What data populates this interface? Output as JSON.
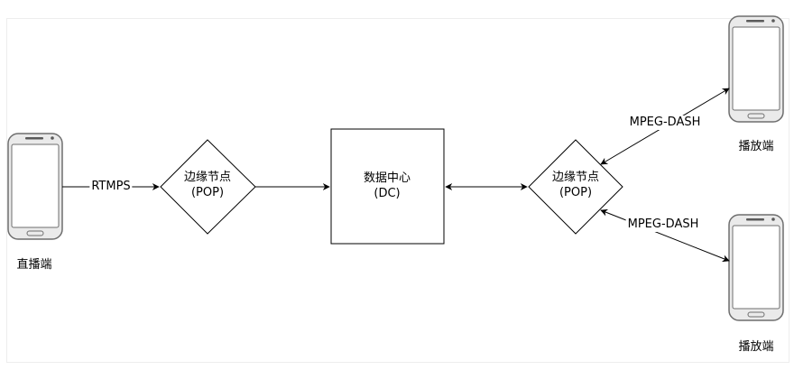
{
  "colors": {
    "stroke": "#000000",
    "phone_body": "#eaeaea",
    "phone_border": "#6e6e6e",
    "phone_screen": "#ffffff",
    "phone_accent": "#5a5a5a"
  },
  "nodes": {
    "broadcaster": {
      "label": "直播端",
      "icon": "smartphone-icon"
    },
    "edge_in": {
      "line1": "边缘节点",
      "line2": "(POP)"
    },
    "dc": {
      "line1": "数据中心",
      "line2": "(DC)"
    },
    "edge_out": {
      "line1": "边缘节点",
      "line2": "(POP)"
    },
    "player_top": {
      "label": "播放端",
      "icon": "smartphone-icon"
    },
    "player_bottom": {
      "label": "播放端",
      "icon": "smartphone-icon"
    }
  },
  "edges": {
    "rtmps": "RTMPS",
    "dash_top": "MPEG-DASH",
    "dash_bottom": "MPEG-DASH"
  }
}
